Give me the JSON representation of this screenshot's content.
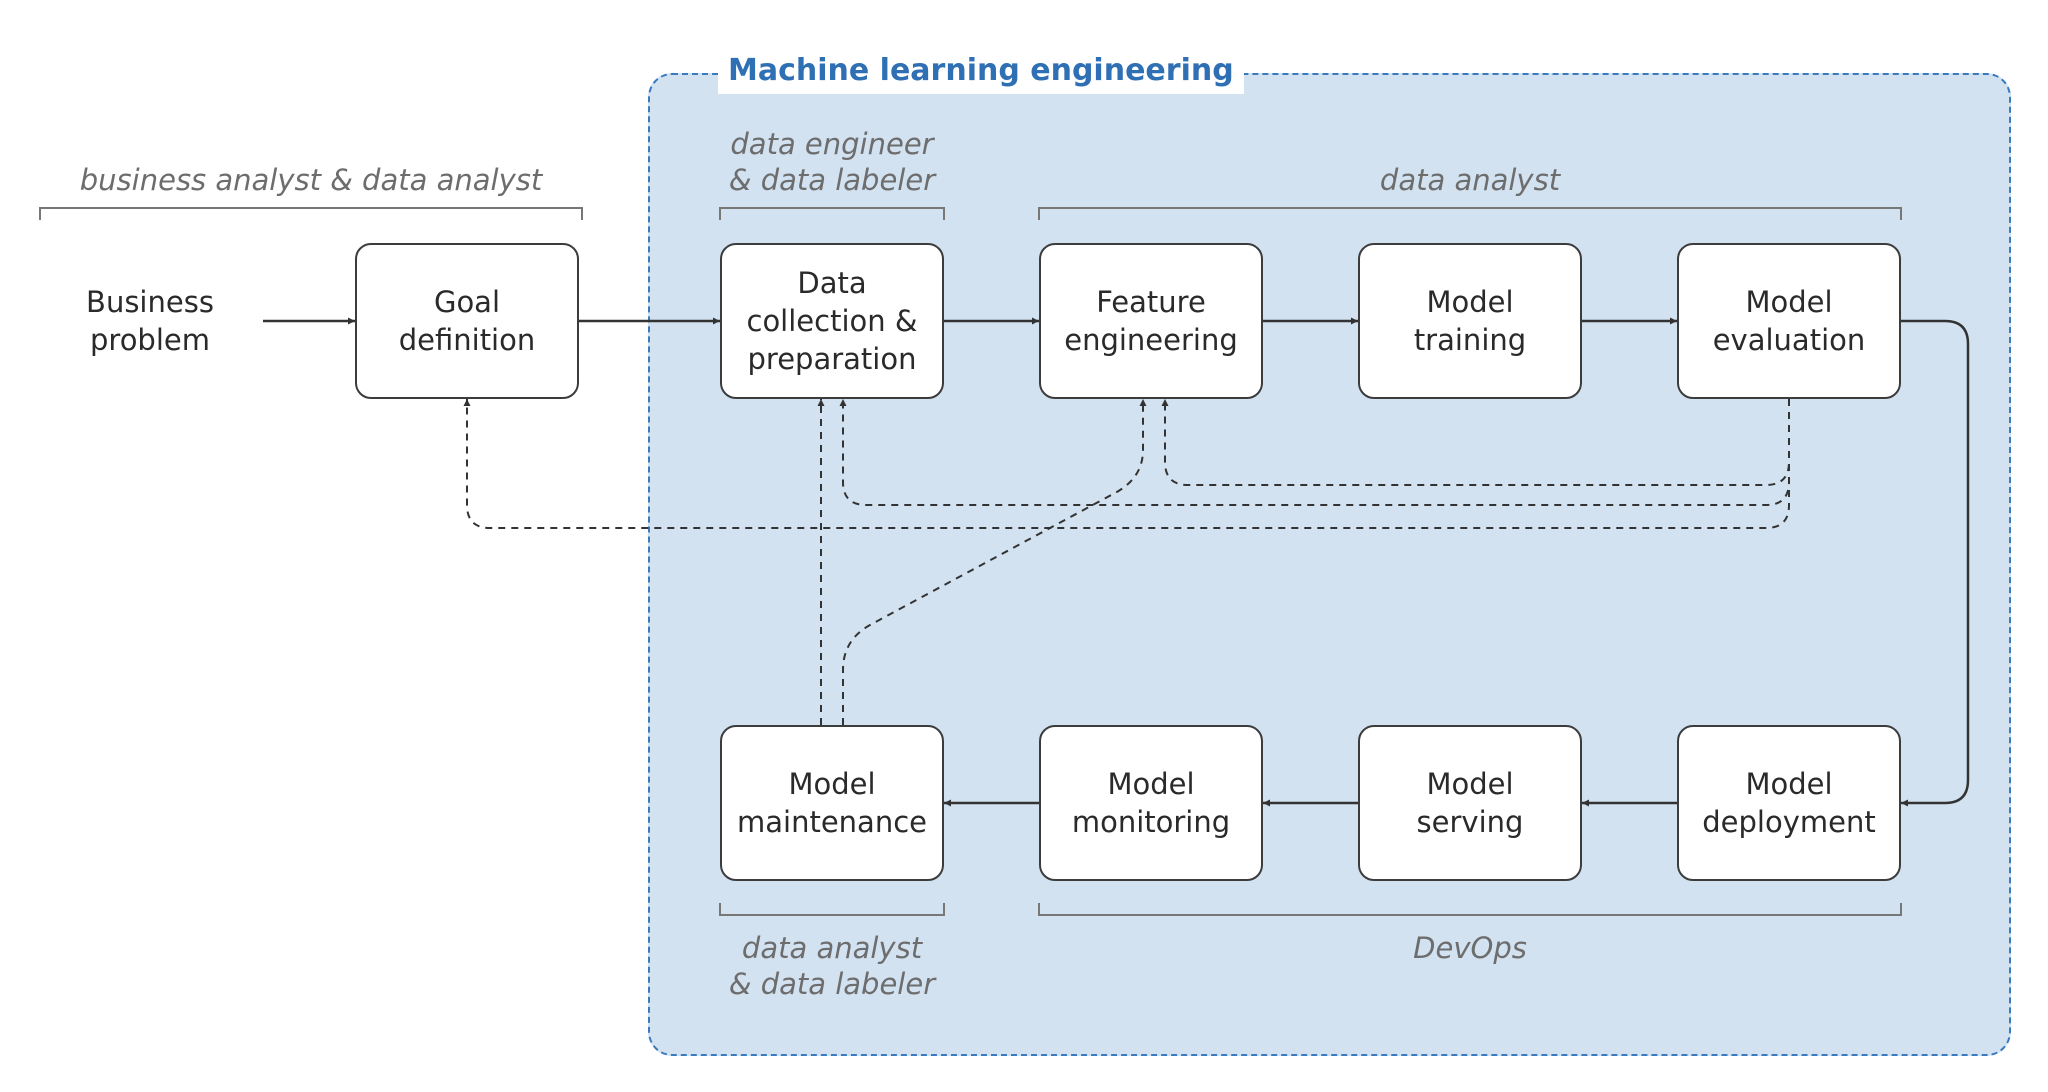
{
  "region": {
    "title": "Machine learning engineering"
  },
  "start": {
    "label": "Business\nproblem"
  },
  "nodes": {
    "goal": "Goal\ndefinition",
    "data": "Data\ncollection &\npreparation",
    "feature": "Feature\nengineering",
    "training": "Model\ntraining",
    "evaluation": "Model\nevaluation",
    "deployment": "Model\ndeployment",
    "serving": "Model\nserving",
    "monitoring": "Model\nmonitoring",
    "maintenance": "Model\nmaintenance"
  },
  "roles": {
    "business": "business analyst & data analyst",
    "data_engineer": "data engineer\n& data labeler",
    "data_analyst_top": "data analyst",
    "data_analyst_bottom": "data analyst\n& data labeler",
    "devops": "DevOps"
  },
  "colors": {
    "region_fill": "#d2e2f1",
    "region_border": "#3a7bc0",
    "title": "#2f6fb3",
    "line": "#333333",
    "role_text": "#6d6d6d"
  }
}
